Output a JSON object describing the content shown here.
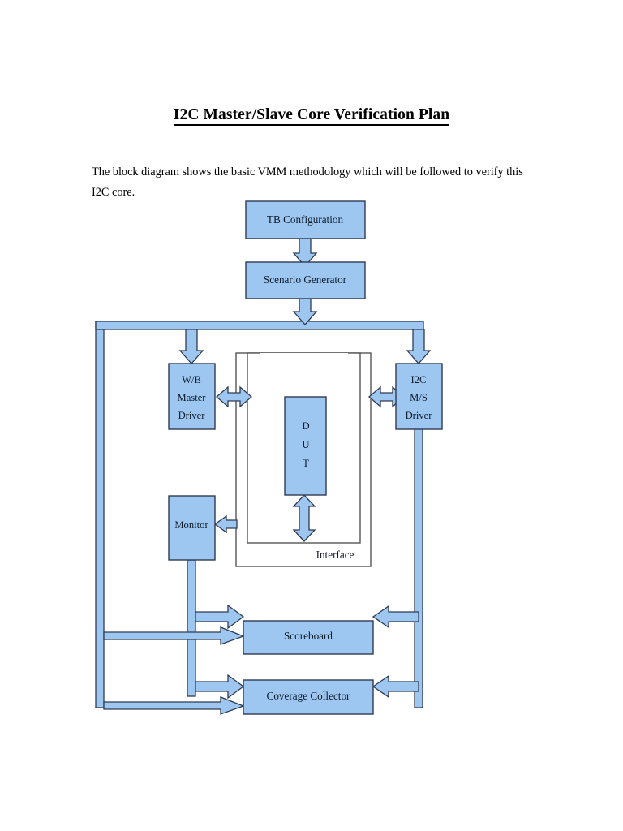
{
  "document": {
    "title": "I2C Master/Slave Core Verification Plan",
    "paragraph": "The block diagram shows the basic VMM methodology which will be followed to verify this I2C core."
  },
  "colors": {
    "block_fill": "#9dc7f0",
    "block_stroke": "#2f3b52",
    "arrow_fill": "#9dc7f0",
    "arrow_stroke": "#2f3b52",
    "interface_stroke": "#555555",
    "page_background": "#ffffff",
    "text": "#0d1b2a"
  },
  "diagram": {
    "name": "vmm-verification-block-diagram",
    "blocks": {
      "tb_configuration": {
        "label": "TB Configuration"
      },
      "scenario_generator": {
        "label": "Scenario Generator"
      },
      "wb_master_driver": {
        "lines": [
          "W/B",
          "Master",
          "Driver"
        ]
      },
      "i2c_ms_driver": {
        "lines": [
          "I2C",
          "M/S",
          "Driver"
        ]
      },
      "dut": {
        "lines": [
          "D",
          "U",
          "T"
        ]
      },
      "monitor": {
        "label": "Monitor"
      },
      "scoreboard": {
        "label": "Scoreboard"
      },
      "coverage_collector": {
        "label": "Coverage Collector"
      },
      "interface": {
        "label": "Interface"
      }
    },
    "connections": [
      {
        "from": "tb_configuration",
        "to": "scenario_generator",
        "kind": "block-arrow-down"
      },
      {
        "from": "scenario_generator",
        "to": "bus",
        "kind": "block-arrow-down"
      },
      {
        "from": "bus",
        "to": "wb_master_driver",
        "kind": "block-arrow-down"
      },
      {
        "from": "bus",
        "to": "i2c_ms_driver",
        "kind": "block-arrow-down"
      },
      {
        "from": "wb_master_driver",
        "to": "interface",
        "kind": "bidirectional"
      },
      {
        "from": "i2c_ms_driver",
        "to": "interface",
        "kind": "bidirectional"
      },
      {
        "from": "dut",
        "to": "interface",
        "kind": "bidirectional-vertical"
      },
      {
        "from": "interface",
        "to": "monitor",
        "kind": "block-arrow-left"
      },
      {
        "from": "monitor",
        "to": "scoreboard",
        "kind": "block-arrow-right"
      },
      {
        "from": "monitor",
        "to": "coverage_collector",
        "kind": "block-arrow-right"
      },
      {
        "from": "bus",
        "to": "scoreboard",
        "kind": "thin-arrow-right"
      },
      {
        "from": "bus",
        "to": "coverage_collector",
        "kind": "thin-arrow-right"
      },
      {
        "from": "i2c_ms_driver",
        "to": "scoreboard",
        "kind": "block-arrow-left"
      },
      {
        "from": "i2c_ms_driver",
        "to": "coverage_collector",
        "kind": "block-arrow-left"
      }
    ]
  }
}
